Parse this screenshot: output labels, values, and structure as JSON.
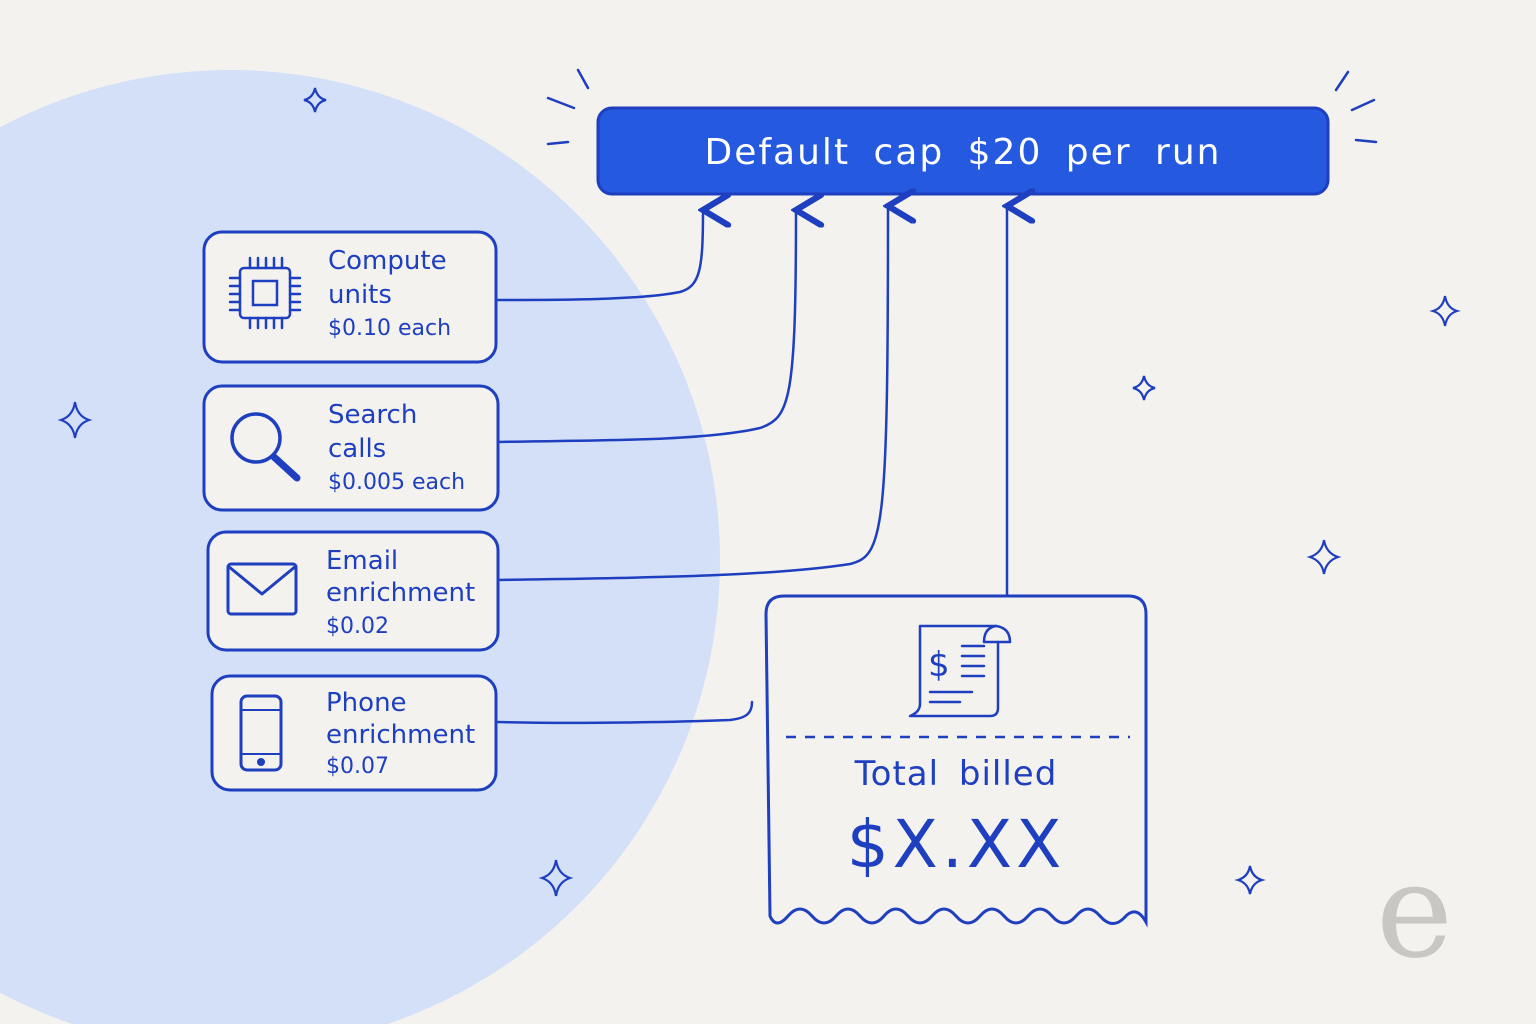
{
  "banner": {
    "label": "Default cap $20 per run"
  },
  "cost_items": [
    {
      "icon": "chip-icon",
      "label_line1": "Compute",
      "label_line2": "units",
      "price": "$0.10 each"
    },
    {
      "icon": "magnifier-icon",
      "label_line1": "Search",
      "label_line2": "calls",
      "price": "$0.005 each"
    },
    {
      "icon": "envelope-icon",
      "label_line1": "Email",
      "label_line2": "enrichment",
      "price": "$0.02"
    },
    {
      "icon": "phone-icon",
      "label_line1": "Phone",
      "label_line2": "enrichment",
      "price": "$0.07"
    }
  ],
  "receipt": {
    "icon": "receipt-icon",
    "label": "Total billed",
    "value": "$X.XX"
  },
  "colors": {
    "ink": "#1e3fbf",
    "banner": "#2459e0",
    "bg": "#f4f2ee",
    "circle": "#d3e0f8"
  },
  "watermark_letter": "e"
}
